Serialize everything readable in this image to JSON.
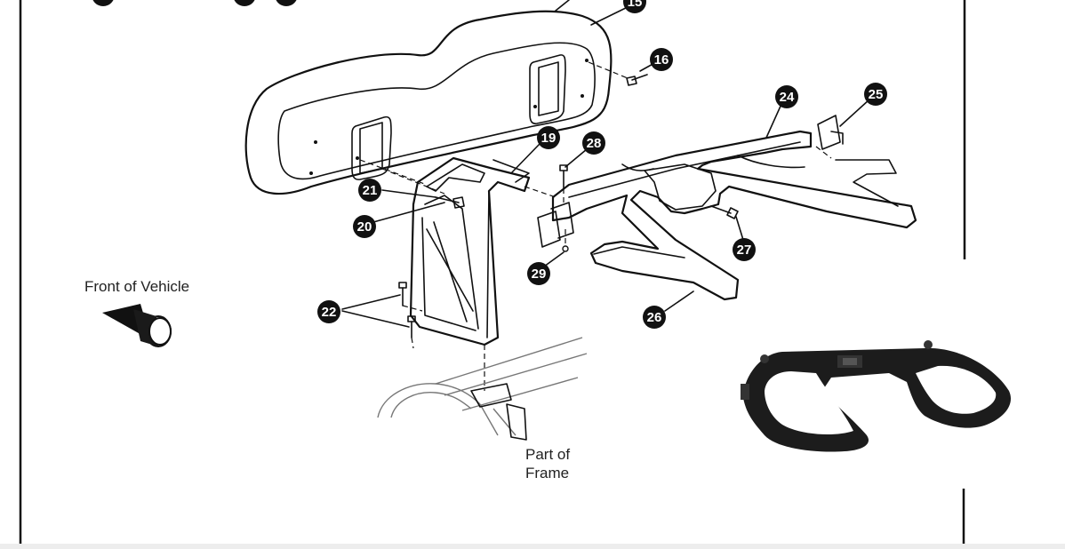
{
  "callouts": [
    {
      "id": "15",
      "label": "15"
    },
    {
      "id": "16",
      "label": "16"
    },
    {
      "id": "19",
      "label": "19"
    },
    {
      "id": "20",
      "label": "20"
    },
    {
      "id": "21",
      "label": "21"
    },
    {
      "id": "22",
      "label": "22"
    },
    {
      "id": "24",
      "label": "24"
    },
    {
      "id": "25",
      "label": "25"
    },
    {
      "id": "26",
      "label": "26"
    },
    {
      "id": "27",
      "label": "27"
    },
    {
      "id": "28",
      "label": "28"
    },
    {
      "id": "29",
      "label": "29"
    }
  ],
  "labels": {
    "front_of_vehicle": "Front of Vehicle",
    "part_of_frame_line1": "Part of",
    "part_of_frame_line2": "Frame"
  },
  "colors": {
    "ink": "#111111",
    "page_bg": "#ffffff",
    "bag_holder_photo": "#1c1c1c"
  },
  "icons": {
    "direction_arrow": "front-of-vehicle-arrow-icon"
  }
}
